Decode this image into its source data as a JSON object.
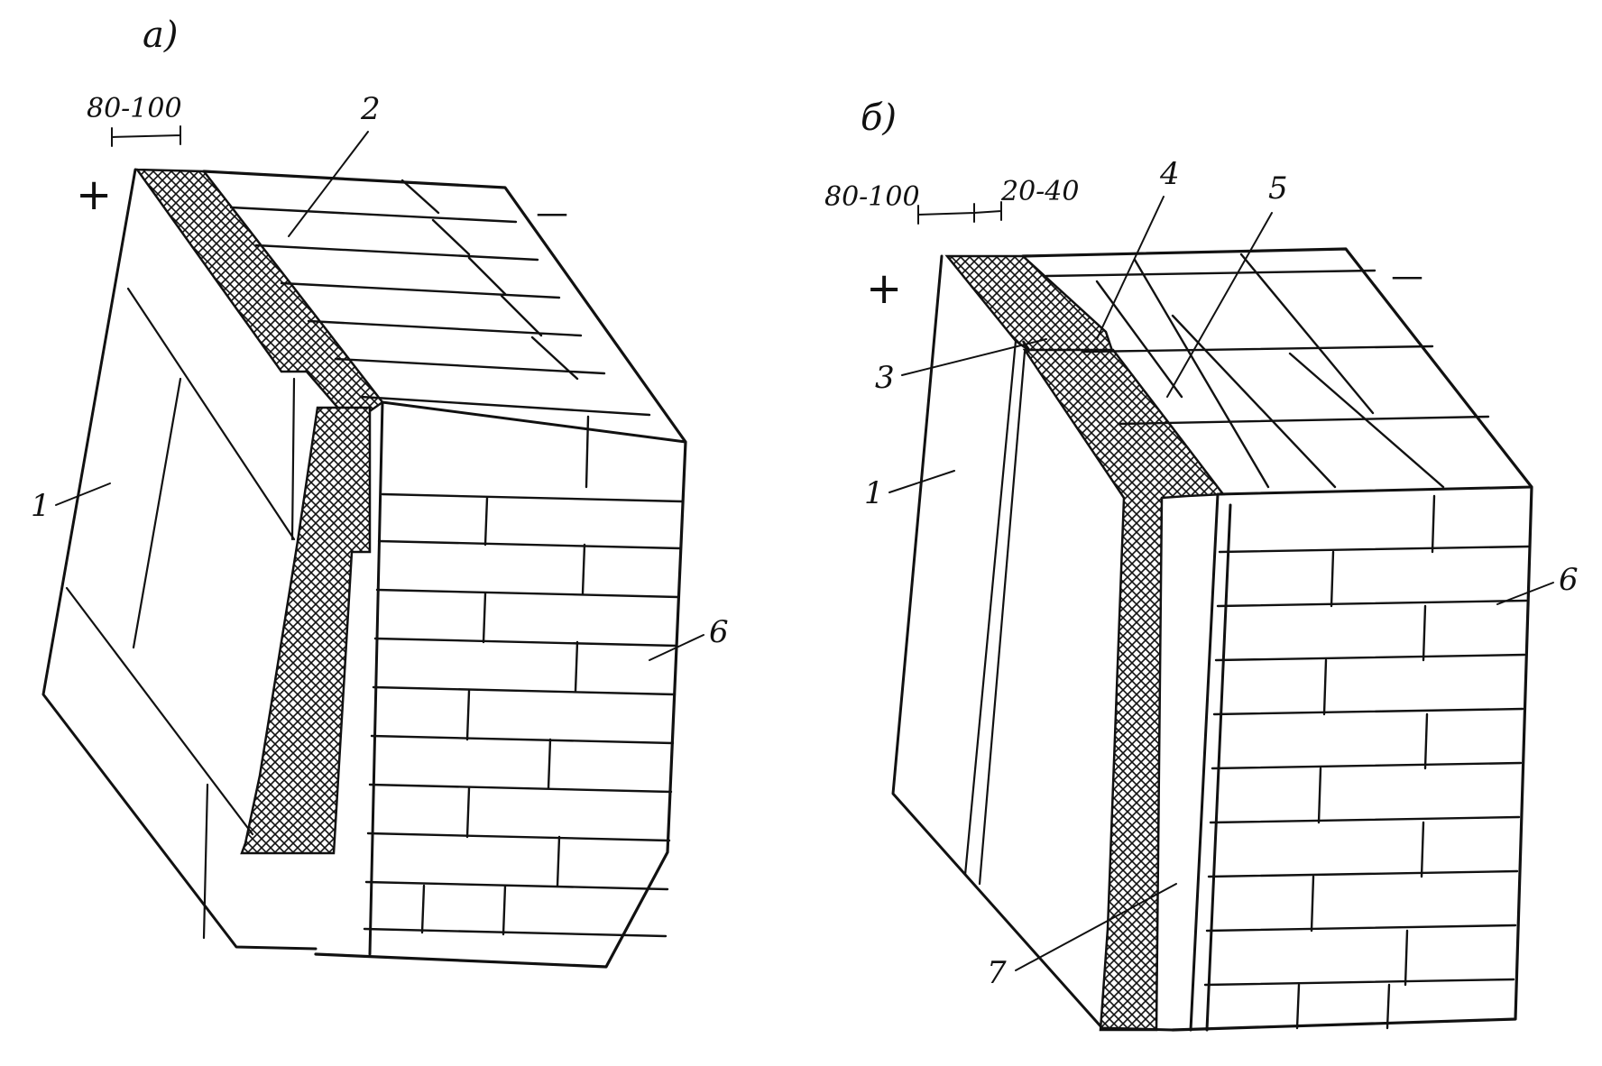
{
  "panels": {
    "a": {
      "title": "а)",
      "dim": "80-100",
      "plus": "+",
      "minus": "—",
      "callouts": {
        "c1": "1",
        "c2": "2",
        "c6": "6"
      }
    },
    "b": {
      "title": "б)",
      "dim1": "80-100",
      "dim2": "20-40",
      "plus": "+",
      "minus": "—",
      "callouts": {
        "c1": "1",
        "c3": "3",
        "c4": "4",
        "c5": "5",
        "c6": "6",
        "c7": "7"
      }
    }
  },
  "colors": {
    "ink": "#111111",
    "paper": "#ffffff"
  }
}
